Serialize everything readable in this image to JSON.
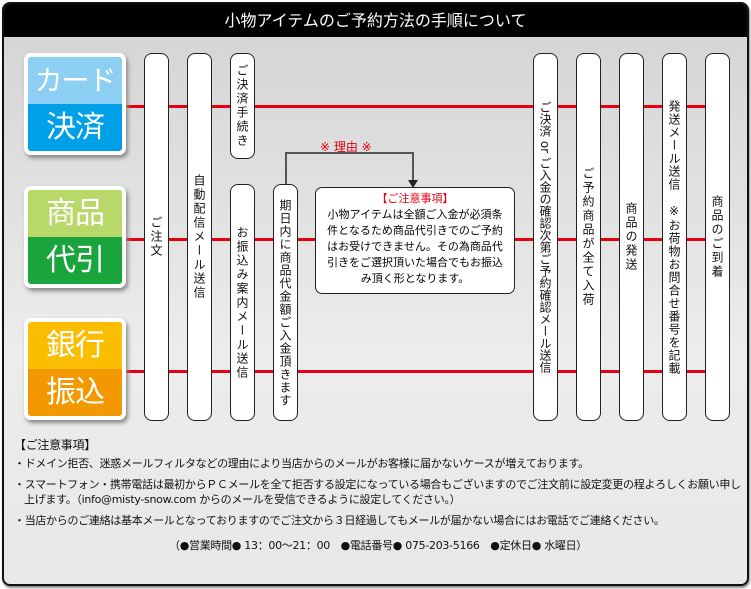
{
  "title": "小物アイテムのご予約方法の手順について",
  "badges": [
    {
      "top": "カード",
      "bottom": "決済",
      "colors": [
        "#8ccff2",
        "#00a0e9"
      ]
    },
    {
      "top": "商品",
      "bottom": "代引",
      "colors": [
        "#b8d86a",
        "#1aa53c"
      ]
    },
    {
      "top": "銀行",
      "bottom": "振込",
      "colors": [
        "#fbbd00",
        "#f39800"
      ]
    }
  ],
  "steps": {
    "order": "ご注文",
    "auto_mail": "自動配信メール送信",
    "card_procedure": "ご決済手続き",
    "transfer_mail": "お振込み案内メール送信",
    "cod_deposit": "期日内に商品代金額ご入金頂きます",
    "confirm": "ご決済 or ご入金の確認次第ご予約確認メール送信",
    "arrival_stock": "ご予約商品が全て入荷",
    "ship": "商品の発送",
    "ship_mail": "発送メール送信　※お荷物お問合せ番号を記載",
    "delivered": "商品のご到着"
  },
  "reason_label": "※ 理由 ※",
  "note_box": {
    "title": "【ご注意事項】",
    "body": "小物アイテムは全額ご入金が必須条件となるため商品代引きでのご予約はお受けできません。その為商品代引きをご選択頂いた場合でもお振込み頂く形となります。"
  },
  "notes": {
    "heading": "【ご注意事項】",
    "items": [
      "・ドメイン拒否、迷惑メールフィルタなどの理由により当店からのメールがお客様に届かないケースが増えております。",
      "・スマートフォン・携帯電話は最初からＰＣメールを全て拒否する設定になっている場合もございますのでご注文前に設定変更の程よろしくお願い申し上げます。（info@misty-snow.com からのメールを受信できるように設定してください。）",
      "・当店からのご連絡は基本メールとなっておりますのでご注文から３日経過してもメールが届かない場合にはお電話でご連絡ください。"
    ]
  },
  "footer": "（●営業時間● 13：00～21：00　●電話番号● 075-203-5166　●定休日● 水曜日）"
}
